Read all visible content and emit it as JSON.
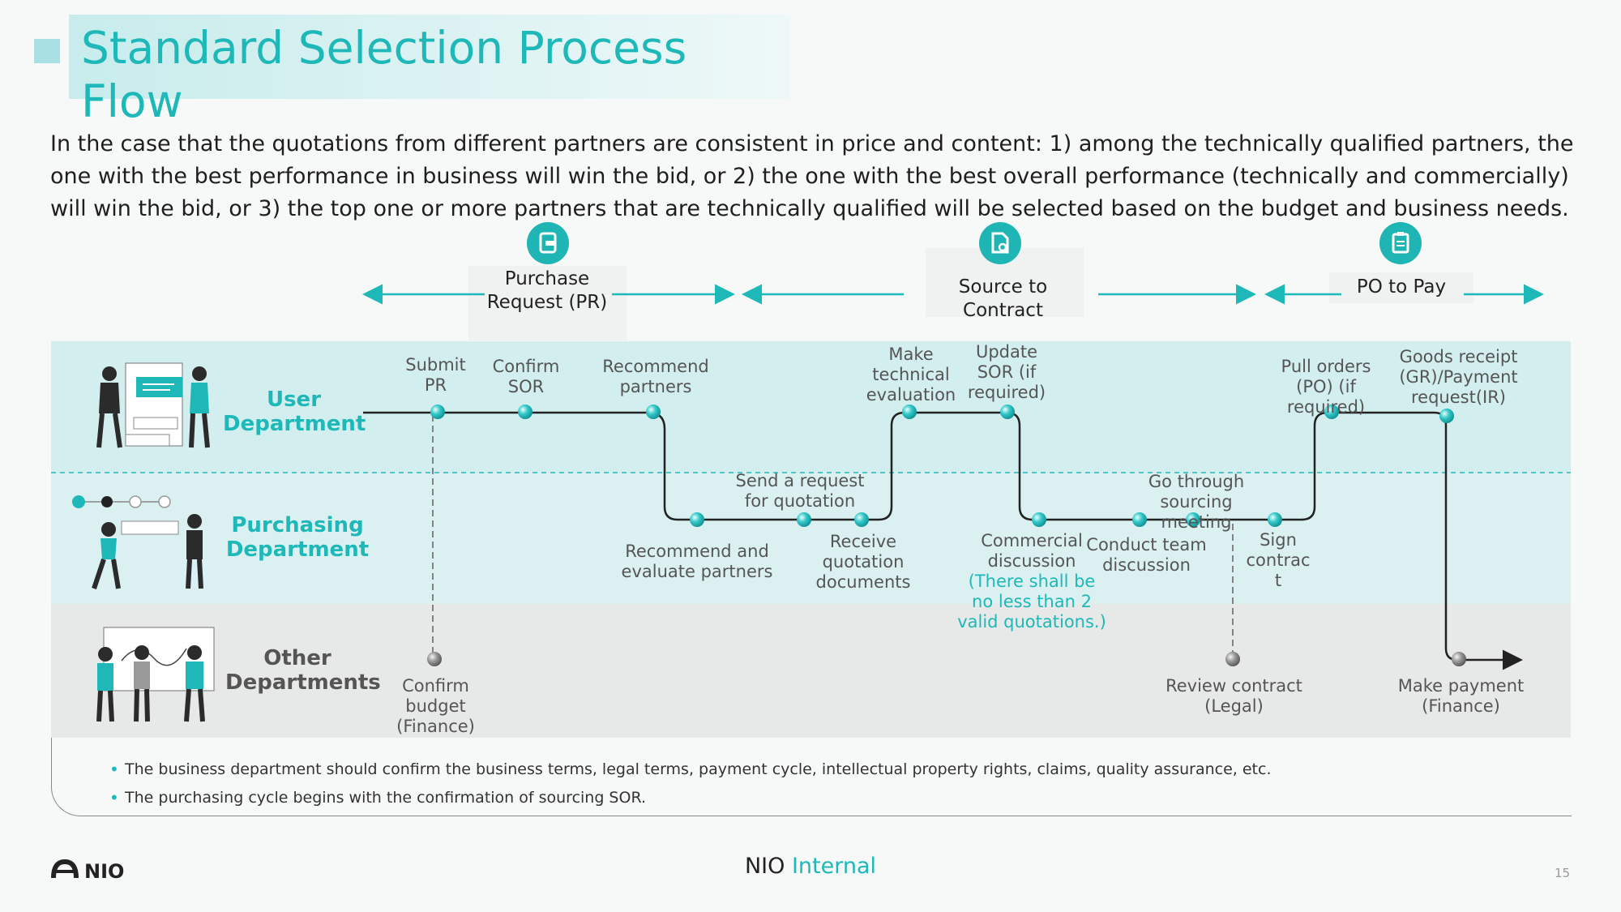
{
  "title": "Standard Selection Process Flow",
  "intro": "In the case that the quotations from different partners are consistent in price and content: 1) among the technically qualified partners, the one with the best performance in business will win the bid, or 2) the one with the best overall performance (technically and commercially) will win the bid, or 3) the top one or more partners that are technically qualified will be selected based on the budget and business needs.",
  "phases": [
    {
      "label": "Purchase Request (PR)",
      "icon": "document-icon"
    },
    {
      "label": "Source to Contract",
      "icon": "file-search-icon"
    },
    {
      "label": "PO to Pay",
      "icon": "clipboard-icon"
    }
  ],
  "lanes": {
    "user": "User Department",
    "purchasing": "Purchasing Department",
    "other": "Other Departments"
  },
  "steps": {
    "submit_pr": "Submit PR",
    "confirm_sor": "Confirm SOR",
    "recommend_partners": "Recommend partners",
    "make_tech_eval": "Make technical evaluation",
    "update_sor": "Update SOR (if required)",
    "pull_orders": "Pull orders (PO) (if required)",
    "goods_receipt": "Goods receipt (GR)/Payment request(IR)",
    "send_request": "Send a request for quotation",
    "go_through": "Go through sourcing meeting",
    "recommend_evaluate": "Recommend and evaluate partners",
    "receive_quotation": "Receive quotation documents",
    "commercial_discussion": "Commercial discussion",
    "commercial_note": "(There shall be no less than 2 valid quotations.)",
    "conduct_team": "Conduct team discussion",
    "sign_contract": "Sign contrac t",
    "confirm_budget": "Confirm budget (Finance)",
    "review_contract": "Review contract (Legal)",
    "make_payment": "Make payment (Finance)"
  },
  "notes": [
    "The business department should confirm the business terms, legal terms, payment cycle, intellectual property rights, claims, quality assurance, etc.",
    "The purchasing cycle begins with the confirmation of sourcing SOR."
  ],
  "footer": {
    "logo": "NIO",
    "internal_prefix": "NIO",
    "internal_suffix": "Internal",
    "page_number": "15"
  },
  "colors": {
    "accent": "#1fb8b8",
    "user_band": "#d3eeee",
    "purchasing_band": "#dbf1f1",
    "other_band": "#e7e8e8",
    "flow_line": "#222222"
  }
}
